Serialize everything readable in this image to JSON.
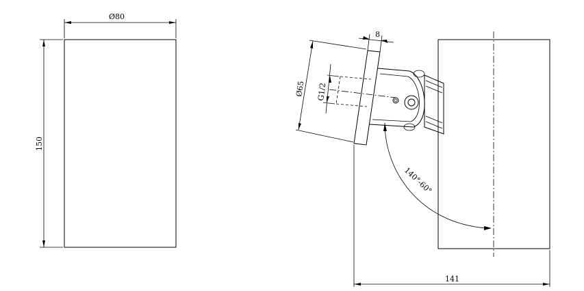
{
  "drawing": {
    "front_view": {
      "diameter_label": "Ø80",
      "height_label": "150"
    },
    "side_view": {
      "flange_thickness_label": "8",
      "flange_diameter_label": "Ø65",
      "thread_label": "G1/2",
      "angle_label": "140°-60°",
      "projection_label": "141"
    }
  }
}
